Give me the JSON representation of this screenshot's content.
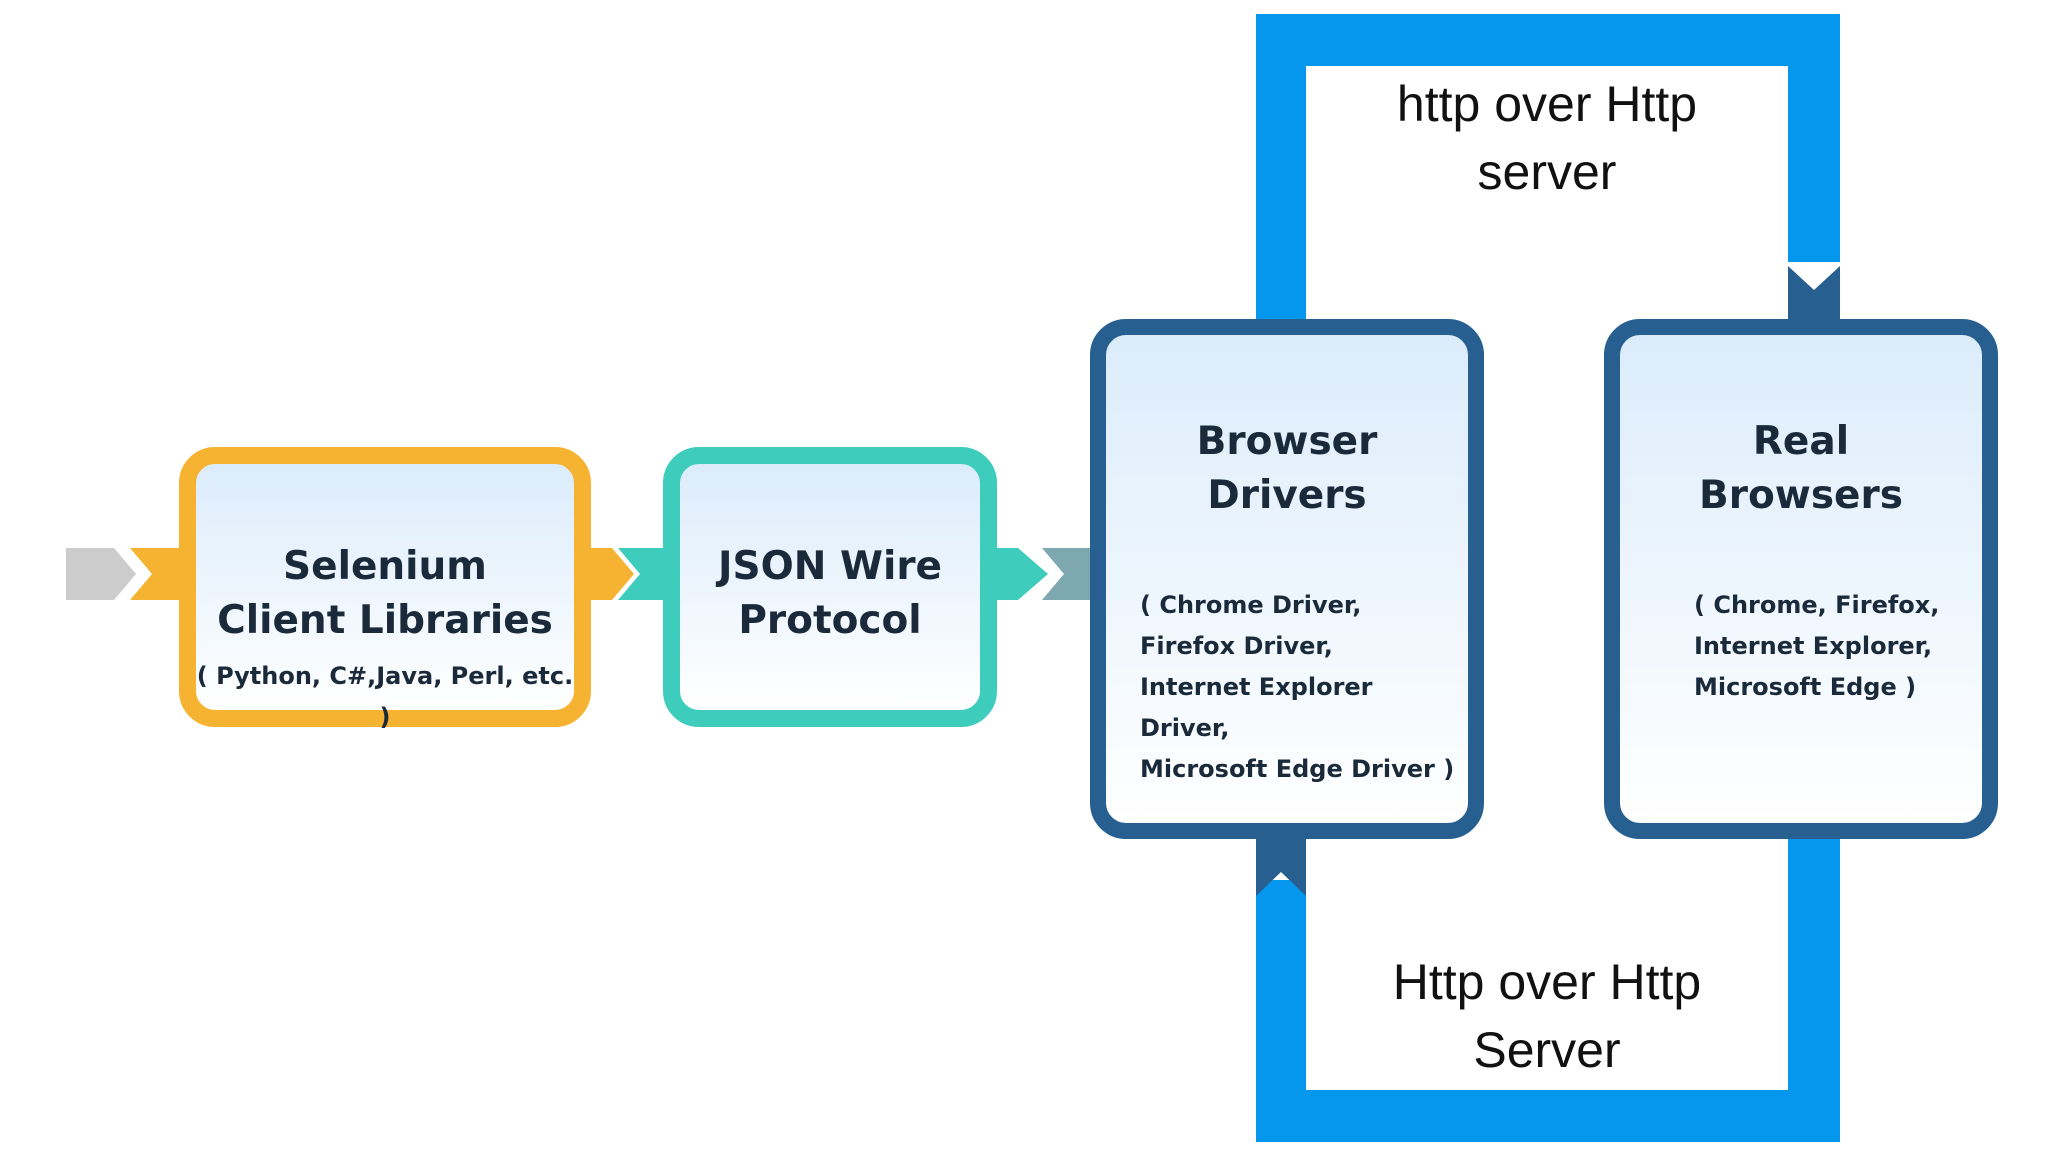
{
  "selenium": {
    "title_lines": [
      "Selenium",
      "Client Libraries"
    ],
    "sub_lines": [
      "( Python, C#,Java, Perl, etc. )"
    ]
  },
  "json": {
    "title_lines": [
      "JSON Wire",
      "Protocol"
    ]
  },
  "drivers": {
    "title_lines": [
      "Browser",
      "Drivers"
    ],
    "sub_lines": [
      "( Chrome Driver,",
      "Firefox Driver,",
      "Internet Explorer Driver,",
      "Microsoft Edge Driver )"
    ]
  },
  "browsers": {
    "title_lines": [
      "Real",
      "Browsers"
    ],
    "sub_lines": [
      "( Chrome, Firefox,",
      "Internet Explorer,",
      "Microsoft Edge )"
    ]
  },
  "top_loop": {
    "label_lines": [
      "http over Http",
      "server"
    ]
  },
  "bottom_loop": {
    "label_lines": [
      "Http over Http",
      "Server"
    ]
  },
  "colors": {
    "selenium": "#f6b331",
    "json": "#3ecdbd",
    "driver_border": "#275f91",
    "loop_blue": "#0596ee",
    "lead_arrow": "#cccccc"
  }
}
